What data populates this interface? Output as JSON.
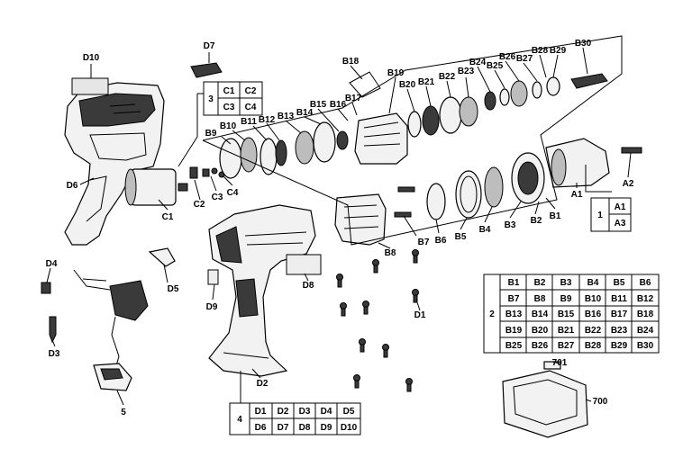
{
  "labels": {
    "D10": "D10",
    "D7": "D7",
    "D6": "D6",
    "C1": "C1",
    "C2": "C2",
    "C3": "C3",
    "C4": "C4",
    "D4": "D4",
    "D5": "D5",
    "D3": "D3",
    "D9": "D9",
    "D8": "D8",
    "D2": "D2",
    "D1": "D1",
    "n5": "5",
    "B1": "B1",
    "B2": "B2",
    "B3": "B3",
    "B4": "B4",
    "B5": "B5",
    "B6": "B6",
    "B7": "B7",
    "B8": "B8",
    "B9": "B9",
    "B10": "B10",
    "B11": "B11",
    "B12": "B12",
    "B13": "B13",
    "B14": "B14",
    "B15": "B15",
    "B16": "B16",
    "B17": "B17",
    "B18": "B18",
    "B19": "B19",
    "B20": "B20",
    "B21": "B21",
    "B22": "B22",
    "B23": "B23",
    "B24": "B24",
    "B25": "B25",
    "B26": "B26",
    "B27": "B27",
    "B28": "B28",
    "B29": "B29",
    "B30": "B30",
    "A1": "A1",
    "A2": "A2",
    "n700": "700",
    "n701": "701"
  },
  "tables": {
    "group3": {
      "key": "3",
      "rows": [
        [
          "C1",
          "C2"
        ],
        [
          "C3",
          "C4"
        ]
      ]
    },
    "group1": {
      "key": "1",
      "rows": [
        [
          "A1"
        ],
        [
          "A3"
        ]
      ]
    },
    "group2": {
      "key": "2",
      "rows": [
        [
          "B1",
          "B2",
          "B3",
          "B4",
          "B5",
          "B6"
        ],
        [
          "B7",
          "B8",
          "B9",
          "B10",
          "B11",
          "B12"
        ],
        [
          "B13",
          "B14",
          "B15",
          "B16",
          "B17",
          "B18"
        ],
        [
          "B19",
          "B20",
          "B21",
          "B22",
          "B23",
          "B24"
        ],
        [
          "B25",
          "B26",
          "B27",
          "B28",
          "B29",
          "B30"
        ]
      ]
    },
    "group4": {
      "key": "4",
      "rows": [
        [
          "D1",
          "D2",
          "D3",
          "D4",
          "D5"
        ],
        [
          "D6",
          "D7",
          "D8",
          "D9",
          "D10"
        ]
      ]
    }
  }
}
